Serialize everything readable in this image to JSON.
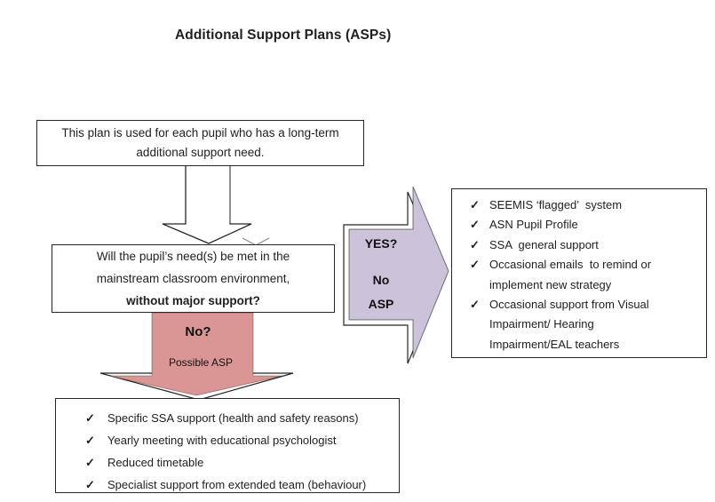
{
  "title": "Additional Support Plans (ASPs)",
  "colors": {
    "no_arrow_fill": "#d99694",
    "yes_arrow_fill": "#ccc2da",
    "box_border": "#262626",
    "outline_gray": "#8a8a8a"
  },
  "icons": {
    "check": "✓"
  },
  "intro_box": {
    "text": "This plan is used for each pupil who has a long-term\nadditional support need."
  },
  "question_box": {
    "text_normal": "Will the pupil’s need(s) be met in the\nmainstream classroom environment,",
    "text_bold": "without major support?"
  },
  "yes_arrow": {
    "line1": "YES?",
    "line2": "No",
    "line3": "ASP"
  },
  "no_arrow": {
    "line1": "No?",
    "line2": "Possible ASP"
  },
  "yes_outcomes_box": {
    "items": [
      "SEEMIS ‘flagged’  system",
      "ASN Pupil Profile",
      "SSA  general support",
      "Occasional emails  to remind or\nimplement new strategy",
      "Occasional support from Visual\nImpairment/ Hearing\nImpairment/EAL teachers"
    ]
  },
  "no_outcomes_box": {
    "items": [
      "Specific SSA support (health and safety reasons)",
      "Yearly meeting with educational psychologist",
      "Reduced timetable",
      "Specialist support from extended team (behaviour)"
    ]
  }
}
